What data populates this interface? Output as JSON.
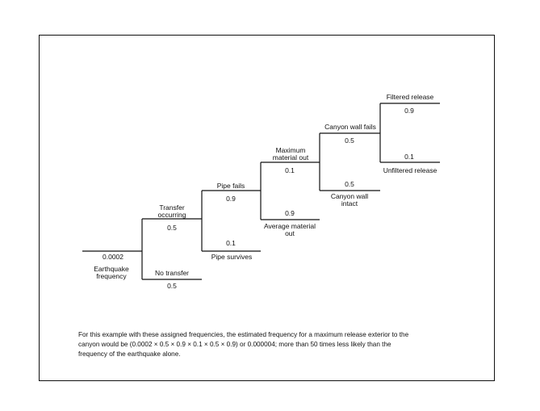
{
  "tree": {
    "root": {
      "value": "0.0002",
      "label": "Earthquake\nfrequency"
    },
    "transfer": {
      "label": "Transfer\noccurring",
      "value": "0.5"
    },
    "no_transfer": {
      "label": "No transfer",
      "value": "0.5"
    },
    "pipe_fails": {
      "label": "Pipe fails",
      "value": "0.9"
    },
    "pipe_survives": {
      "value": "0.1",
      "label": "Pipe survives"
    },
    "max_out": {
      "label": "Maximum\nmaterial out",
      "value": "0.1"
    },
    "avg_out": {
      "value": "0.9",
      "label": "Average material\nout"
    },
    "wall_fails": {
      "label": "Canyon wall fails",
      "value": "0.5"
    },
    "wall_intact": {
      "value": "0.5",
      "label": "Canyon wall\nintact"
    },
    "filtered": {
      "label": "Filtered release",
      "value": "0.9"
    },
    "unfiltered": {
      "value": "0.1",
      "label": "Unfiltered release"
    }
  },
  "note": "For this example with these assigned frequencies, the estimated frequency for a maximum release exterior to the canyon would be (0.0002  × 0.5 × 0.9 × 0.1 × 0.5 × 0.9) or 0.000004; more than 50 times less likely than the frequency of the earthquake alone."
}
